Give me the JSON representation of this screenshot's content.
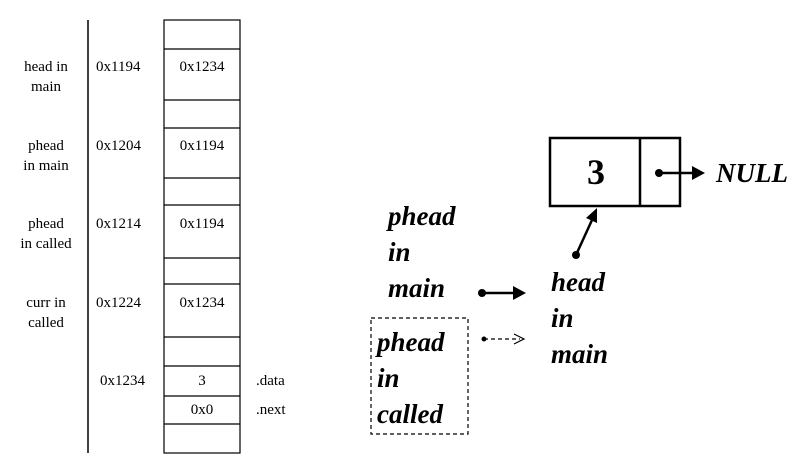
{
  "memory": {
    "rows": [
      {
        "label_line1": "head in",
        "label_line2": "main",
        "address": "0x1194",
        "value": "0x1234"
      },
      {
        "label_line1": "phead",
        "label_line2": "in main",
        "address": "0x1204",
        "value": "0x1194"
      },
      {
        "label_line1": "phead",
        "label_line2": "in called",
        "address": "0x1214",
        "value": "0x1194"
      },
      {
        "label_line1": "curr in",
        "label_line2": "called",
        "address": "0x1224",
        "value": "0x1234"
      }
    ],
    "node": {
      "address": "0x1234",
      "data_value": "3",
      "data_field": ".data",
      "next_value": "0x0",
      "next_field": ".next"
    }
  },
  "diagram": {
    "node_value": "3",
    "null_label": "NULL",
    "phead_main": [
      "phead",
      "in",
      "main"
    ],
    "phead_called": [
      "phead",
      "in",
      "called"
    ],
    "head_main": [
      "head",
      "in",
      "main"
    ]
  }
}
